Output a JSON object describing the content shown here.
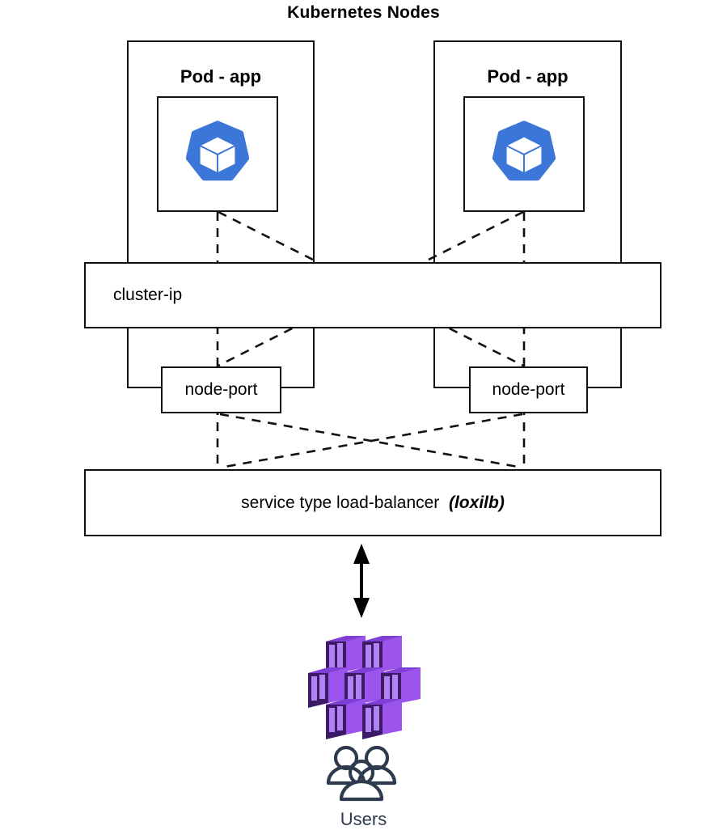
{
  "diagram": {
    "title": "Kubernetes Nodes",
    "type": "architecture-diagram",
    "nodes": [
      {
        "id": "node-left",
        "pod_label": "Pod - app",
        "icon": "kubernetes-logo-icon"
      },
      {
        "id": "node-right",
        "pod_label": "Pod - app",
        "icon": "kubernetes-logo-icon"
      }
    ],
    "services": {
      "cluster_ip_label": "cluster-ip",
      "node_port_left_label": "node-port",
      "node_port_right_label": "node-port",
      "load_balancer_text": "service type load-balancer  ",
      "load_balancer_emphasis": "(loxilb)"
    },
    "clients": {
      "containers_icon": "container-cluster-icon",
      "users_icon": "users-group-icon",
      "users_label": "Users"
    },
    "connector": {
      "arrow_icon": "double-headed-arrow-icon",
      "style": "bidirectional"
    },
    "colors": {
      "kubernetes_blue": "#3B76D8",
      "container_purple_light": "#A05CF0",
      "container_purple_mid": "#8B46E0",
      "container_purple_dark": "#3D1A66",
      "users_slate": "#2E3B4E",
      "stroke_black": "#111111",
      "background": "#FFFFFF"
    }
  }
}
